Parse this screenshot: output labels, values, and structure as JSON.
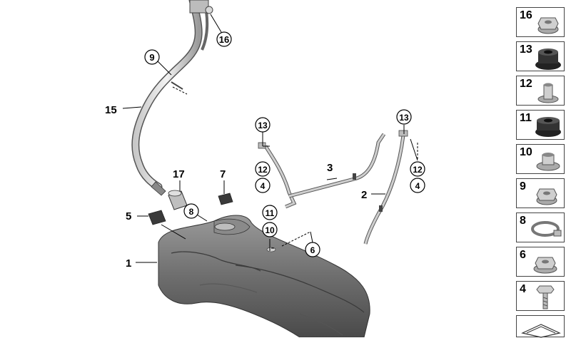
{
  "callouts": [
    {
      "id": "c16",
      "label": "16",
      "style": "circle"
    },
    {
      "id": "c9",
      "label": "9",
      "style": "circle"
    },
    {
      "id": "c15",
      "label": "15",
      "style": "plain"
    },
    {
      "id": "c13a",
      "label": "13",
      "style": "circle"
    },
    {
      "id": "c12a",
      "label": "12",
      "style": "circle"
    },
    {
      "id": "c4a",
      "label": "4",
      "style": "circle"
    },
    {
      "id": "c3",
      "label": "3",
      "style": "plain"
    },
    {
      "id": "c13b",
      "label": "13",
      "style": "circle"
    },
    {
      "id": "c12b",
      "label": "12",
      "style": "circle"
    },
    {
      "id": "c4b",
      "label": "4",
      "style": "circle"
    },
    {
      "id": "c2",
      "label": "2",
      "style": "plain"
    },
    {
      "id": "c17",
      "label": "17",
      "style": "plain"
    },
    {
      "id": "c7",
      "label": "7",
      "style": "plain"
    },
    {
      "id": "c8",
      "label": "8",
      "style": "circle"
    },
    {
      "id": "c5",
      "label": "5",
      "style": "plain"
    },
    {
      "id": "c11",
      "label": "11",
      "style": "circle"
    },
    {
      "id": "c10",
      "label": "10",
      "style": "circle"
    },
    {
      "id": "c6",
      "label": "6",
      "style": "circle"
    },
    {
      "id": "c1",
      "label": "1",
      "style": "plain"
    }
  ],
  "parts_list": [
    {
      "number": "16",
      "icon": "hex-nut-flanged-icon"
    },
    {
      "number": "13",
      "icon": "rubber-grommet-icon"
    },
    {
      "number": "12",
      "icon": "spacer-sleeve-icon"
    },
    {
      "number": "11",
      "icon": "rubber-grommet-icon"
    },
    {
      "number": "10",
      "icon": "washer-sleeve-icon"
    },
    {
      "number": "9",
      "icon": "hex-nut-flanged-icon"
    },
    {
      "number": "8",
      "icon": "hose-clamp-icon"
    },
    {
      "number": "6",
      "icon": "hex-nut-flanged-icon"
    },
    {
      "number": "4",
      "icon": "bolt-screw-icon"
    },
    {
      "number": "",
      "icon": "sealing-strip-icon"
    }
  ]
}
